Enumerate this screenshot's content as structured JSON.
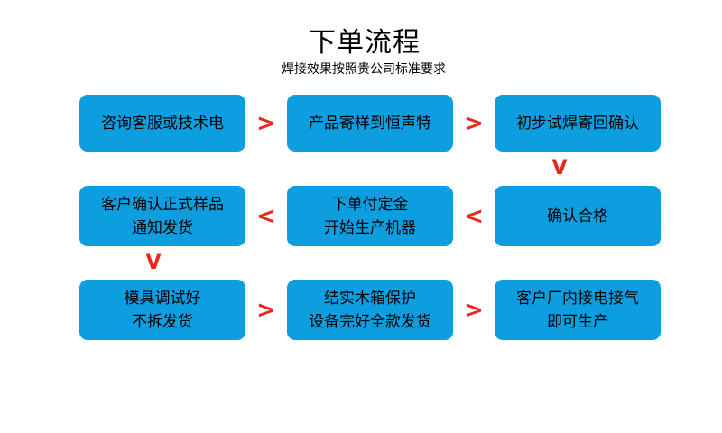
{
  "header": {
    "title": "下单流程",
    "subtitle": "焊接效果按照贵公司标准要求"
  },
  "colors": {
    "node_fill": "#0d9edf",
    "node_text": "#000000",
    "arrow": "#e8281b",
    "background": "#ffffff"
  },
  "chart_data": {
    "type": "diagram",
    "title": "下单流程",
    "subtitle": "焊接效果按照贵公司标准要求",
    "layout": "3x3 serpentine flowchart",
    "nodes": [
      {
        "id": "n1",
        "row": 1,
        "col": 1,
        "lines": [
          "咨询客服或技术电"
        ]
      },
      {
        "id": "n2",
        "row": 1,
        "col": 2,
        "lines": [
          "产品寄样到恒声特"
        ]
      },
      {
        "id": "n3",
        "row": 1,
        "col": 3,
        "lines": [
          "初步试焊寄回确认"
        ]
      },
      {
        "id": "n4",
        "row": 2,
        "col": 1,
        "lines": [
          "客户确认正式样品",
          "通知发货"
        ]
      },
      {
        "id": "n5",
        "row": 2,
        "col": 2,
        "lines": [
          "下单付定金",
          "开始生产机器"
        ]
      },
      {
        "id": "n6",
        "row": 2,
        "col": 3,
        "lines": [
          "确认合格"
        ]
      },
      {
        "id": "n7",
        "row": 3,
        "col": 1,
        "lines": [
          "模具调试好",
          "不拆发货"
        ]
      },
      {
        "id": "n8",
        "row": 3,
        "col": 2,
        "lines": [
          "结实木箱保护",
          "设备完好全款发货"
        ]
      },
      {
        "id": "n9",
        "row": 3,
        "col": 3,
        "lines": [
          "客户厂内接电接气",
          "即可生产"
        ]
      }
    ],
    "connectors": [
      {
        "from": "n1",
        "to": "n2",
        "glyph": ">",
        "direction": "right"
      },
      {
        "from": "n2",
        "to": "n3",
        "glyph": ">",
        "direction": "right"
      },
      {
        "from": "n3",
        "to": "n6",
        "glyph": "V",
        "direction": "down"
      },
      {
        "from": "n6",
        "to": "n5",
        "glyph": "<",
        "direction": "left"
      },
      {
        "from": "n5",
        "to": "n4",
        "glyph": "<",
        "direction": "left"
      },
      {
        "from": "n4",
        "to": "n7",
        "glyph": "V",
        "direction": "down"
      },
      {
        "from": "n7",
        "to": "n8",
        "glyph": ">",
        "direction": "right"
      },
      {
        "from": "n8",
        "to": "n9",
        "glyph": ">",
        "direction": "right"
      }
    ]
  }
}
